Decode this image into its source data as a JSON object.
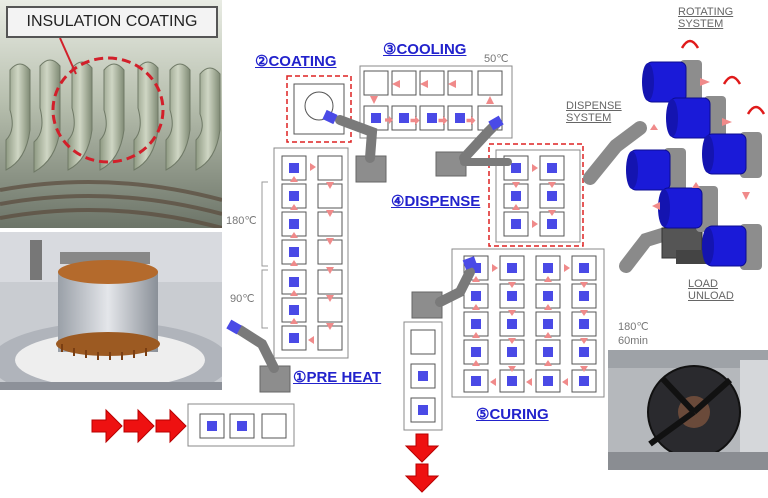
{
  "labels": {
    "insulation_coating": "INSULATION COATING",
    "coating": "②COATING",
    "cooling": "③COOLING",
    "temp_50": "50℃",
    "dispense": "④DISPENSE",
    "pre_heat": "①PRE HEAT",
    "curing": "⑤CURING",
    "temp_180": "180℃",
    "temp_90": "90℃",
    "rotating_line1": "ROTATING",
    "rotating_line2": "SYSTEM",
    "dispense_sys_line1": "DISPENSE",
    "dispense_sys_line2": "SYSTEM",
    "load_line1": "LOAD",
    "load_line2": "UNLOAD",
    "cure_temp": "180℃",
    "cure_time": "60min"
  },
  "colors": {
    "process_title": "#2222cc",
    "highlight_dash": "#dd2222",
    "part": "#4a4ae6",
    "flow_arrow": "#f08a8a",
    "feed_arrow": "#ee1111",
    "robot": "#7a7a7a",
    "cylinder": "#1a1ad8"
  }
}
